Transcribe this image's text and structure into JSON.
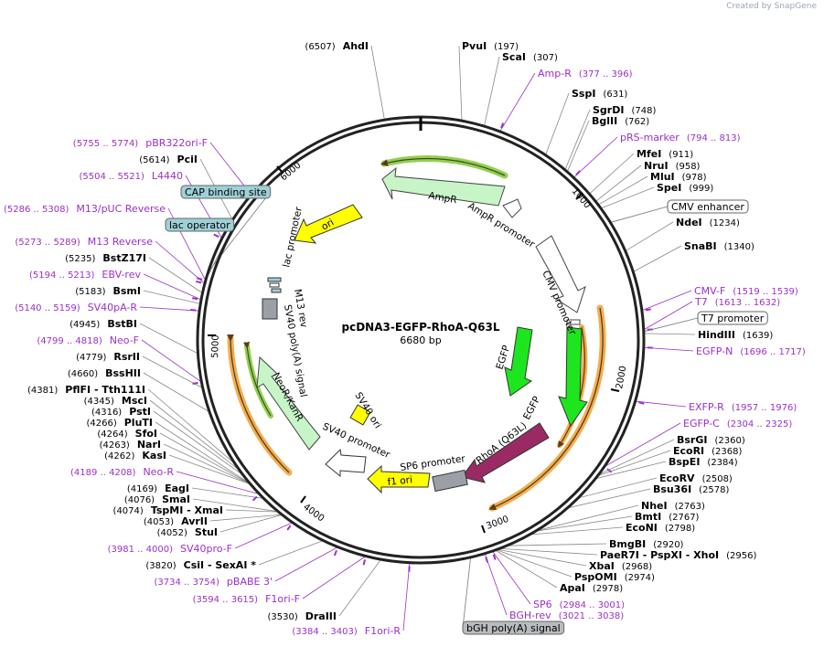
{
  "credit": "Created by SnapGene",
  "plasmid": {
    "name": "pcDNA3-EGFP-RhoA-Q63L",
    "size": "6680 bp",
    "length": 6680
  },
  "ticks": [
    "1000",
    "2000",
    "3000",
    "4000",
    "5000",
    "6000"
  ],
  "labels": [
    {
      "pos": "(6507)",
      "name": "AhdI",
      "kind": "enzyme",
      "bp": 6507
    },
    {
      "pos": "(197)",
      "name": "PvuI",
      "kind": "enzyme",
      "bp": 197
    },
    {
      "pos": "(307)",
      "name": "ScaI",
      "kind": "enzyme",
      "bp": 307
    },
    {
      "pos": "(377 .. 396)",
      "name": "Amp-R",
      "kind": "primer",
      "bp": 386
    },
    {
      "pos": "(631)",
      "name": "SspI",
      "kind": "enzyme",
      "bp": 631
    },
    {
      "pos": "(748)",
      "name": "SgrDI",
      "kind": "enzyme",
      "bp": 748
    },
    {
      "pos": "(762)",
      "name": "BglII",
      "kind": "enzyme",
      "bp": 762
    },
    {
      "pos": "(794 .. 813)",
      "name": "pRS-marker",
      "kind": "primer",
      "bp": 803
    },
    {
      "pos": "(911)",
      "name": "MfeI",
      "kind": "enzyme",
      "bp": 911
    },
    {
      "pos": "(958)",
      "name": "NruI",
      "kind": "enzyme",
      "bp": 958
    },
    {
      "pos": "(978)",
      "name": "MluI",
      "kind": "enzyme",
      "bp": 978
    },
    {
      "pos": "(999)",
      "name": "SpeI",
      "kind": "enzyme",
      "bp": 999
    },
    {
      "pos": "",
      "name": "CMV enhancer",
      "kind": "feature-box",
      "bp": 1080
    },
    {
      "pos": "(1234)",
      "name": "NdeI",
      "kind": "enzyme",
      "bp": 1234
    },
    {
      "pos": "(1340)",
      "name": "SnaBI",
      "kind": "enzyme",
      "bp": 1340
    },
    {
      "pos": "(1519 .. 1539)",
      "name": "CMV-F",
      "kind": "primer",
      "bp": 1529
    },
    {
      "pos": "(1613 .. 1632)",
      "name": "T7",
      "kind": "primer",
      "bp": 1622
    },
    {
      "pos": "",
      "name": "T7 promoter",
      "kind": "feature-box",
      "bp": 1630
    },
    {
      "pos": "(1639)",
      "name": "HindIII",
      "kind": "enzyme",
      "bp": 1639
    },
    {
      "pos": "(1696 .. 1717)",
      "name": "EGFP-N",
      "kind": "primer",
      "bp": 1706
    },
    {
      "pos": "(1957 .. 1976)",
      "name": "EXFP-R",
      "kind": "primer",
      "bp": 1966
    },
    {
      "pos": "(2304 .. 2325)",
      "name": "EGFP-C",
      "kind": "primer",
      "bp": 2314
    },
    {
      "pos": "(2360)",
      "name": "BsrGI",
      "kind": "enzyme",
      "bp": 2360
    },
    {
      "pos": "(2368)",
      "name": "EcoRI",
      "kind": "enzyme",
      "bp": 2368
    },
    {
      "pos": "(2384)",
      "name": "BspEI",
      "kind": "enzyme",
      "bp": 2384
    },
    {
      "pos": "(2508)",
      "name": "EcoRV",
      "kind": "enzyme",
      "bp": 2508
    },
    {
      "pos": "(2578)",
      "name": "Bsu36I",
      "kind": "enzyme",
      "bp": 2578
    },
    {
      "pos": "(2763)",
      "name": "NheI",
      "kind": "enzyme",
      "bp": 2763
    },
    {
      "pos": "(2767)",
      "name": "BmtI",
      "kind": "enzyme",
      "bp": 2767
    },
    {
      "pos": "(2798)",
      "name": "EcoNI",
      "kind": "enzyme",
      "bp": 2798
    },
    {
      "pos": "(2920)",
      "name": "BmgBI",
      "kind": "enzyme",
      "bp": 2920
    },
    {
      "pos": "(2956)",
      "name": "PaeR7I  -  PspXI  -  XhoI",
      "kind": "enzyme",
      "bp": 2956
    },
    {
      "pos": "(2968)",
      "name": "XbaI",
      "kind": "enzyme",
      "bp": 2968
    },
    {
      "pos": "(2974)",
      "name": "PspOMI",
      "kind": "enzyme",
      "bp": 2974
    },
    {
      "pos": "(2978)",
      "name": "ApaI",
      "kind": "enzyme",
      "bp": 2978
    },
    {
      "pos": "(2984 .. 3001)",
      "name": "SP6",
      "kind": "primer",
      "bp": 2992
    },
    {
      "pos": "(3021 .. 3038)",
      "name": "BGH-rev",
      "kind": "primer",
      "bp": 3030
    },
    {
      "pos": "",
      "name": "bGH poly(A) signal",
      "kind": "feature-box-gray",
      "bp": 3100
    },
    {
      "pos": "(3384 .. 3403)",
      "name": "F1ori-R",
      "kind": "primer",
      "bp": 3393
    },
    {
      "pos": "(3530)",
      "name": "DraIII",
      "kind": "enzyme",
      "bp": 3530
    },
    {
      "pos": "(3594 .. 3615)",
      "name": "F1ori-F",
      "kind": "primer",
      "bp": 3604
    },
    {
      "pos": "(3734 .. 3754)",
      "name": "pBABE 3'",
      "kind": "primer",
      "bp": 3744
    },
    {
      "pos": "(3820)",
      "name": "CsiI  -  SexAI *",
      "kind": "enzyme",
      "bp": 3820
    },
    {
      "pos": "(3981 .. 4000)",
      "name": "SV40pro-F",
      "kind": "primer",
      "bp": 3990
    },
    {
      "pos": "(4052)",
      "name": "StuI",
      "kind": "enzyme",
      "bp": 4052
    },
    {
      "pos": "(4053)",
      "name": "AvrII",
      "kind": "enzyme",
      "bp": 4053
    },
    {
      "pos": "(4074)",
      "name": "TspMI  -  XmaI",
      "kind": "enzyme",
      "bp": 4074
    },
    {
      "pos": "(4076)",
      "name": "SmaI",
      "kind": "enzyme",
      "bp": 4076
    },
    {
      "pos": "(4169)",
      "name": "EagI",
      "kind": "enzyme",
      "bp": 4169
    },
    {
      "pos": "(4189 .. 4208)",
      "name": "Neo-R",
      "kind": "primer",
      "bp": 4198
    },
    {
      "pos": "(4262)",
      "name": "KasI",
      "kind": "enzyme",
      "bp": 4262
    },
    {
      "pos": "(4263)",
      "name": "NarI",
      "kind": "enzyme",
      "bp": 4263
    },
    {
      "pos": "(4264)",
      "name": "SfoI",
      "kind": "enzyme",
      "bp": 4264
    },
    {
      "pos": "(4266)",
      "name": "PluTI",
      "kind": "enzyme",
      "bp": 4266
    },
    {
      "pos": "(4316)",
      "name": "PstI",
      "kind": "enzyme",
      "bp": 4316
    },
    {
      "pos": "(4345)",
      "name": "MscI",
      "kind": "enzyme",
      "bp": 4345
    },
    {
      "pos": "(4381)",
      "name": "PflFI  -  Tth111I",
      "kind": "enzyme",
      "bp": 4381
    },
    {
      "pos": "(4660)",
      "name": "BssHII",
      "kind": "enzyme",
      "bp": 4660
    },
    {
      "pos": "(4779)",
      "name": "RsrII",
      "kind": "enzyme",
      "bp": 4779
    },
    {
      "pos": "(4799 .. 4818)",
      "name": "Neo-F",
      "kind": "primer",
      "bp": 4808
    },
    {
      "pos": "(4945)",
      "name": "BstBI",
      "kind": "enzyme",
      "bp": 4945
    },
    {
      "pos": "(5140 .. 5159)",
      "name": "SV40pA-R",
      "kind": "primer",
      "bp": 5149
    },
    {
      "pos": "(5183)",
      "name": "BsmI",
      "kind": "enzyme",
      "bp": 5183
    },
    {
      "pos": "(5194 .. 5213)",
      "name": "EBV-rev",
      "kind": "primer",
      "bp": 5203
    },
    {
      "pos": "(5235)",
      "name": "BstZ17I",
      "kind": "enzyme",
      "bp": 5235
    },
    {
      "pos": "(5273 .. 5289)",
      "name": "M13 Reverse",
      "kind": "primer",
      "bp": 5281
    },
    {
      "pos": "",
      "name": "lac operator",
      "kind": "feature-box-teal",
      "bp": 5300
    },
    {
      "pos": "(5286 .. 5308)",
      "name": "M13/pUC Reverse",
      "kind": "primer",
      "bp": 5297
    },
    {
      "pos": "",
      "name": "CAP binding site",
      "kind": "feature-box-teal",
      "bp": 5340
    },
    {
      "pos": "(5504 .. 5521)",
      "name": "L4440",
      "kind": "primer",
      "bp": 5512
    },
    {
      "pos": "(5614)",
      "name": "PciI",
      "kind": "enzyme",
      "bp": 5614
    },
    {
      "pos": "(5755 .. 5774)",
      "name": "pBR322ori-F",
      "kind": "primer",
      "bp": 5764
    }
  ],
  "features": [
    "AmpR",
    "AmpR promoter",
    "CMV promoter",
    "EGFP",
    "RhoA (Q63L)",
    "SP6 promoter",
    "f1 ori",
    "SV40 promoter",
    "SV40 ori",
    "NeoR/KanR",
    "SV40 poly(A) signal",
    "M13 rev",
    "lac promoter",
    "ori"
  ],
  "colors": {
    "purple": "#9b30c8",
    "ampr": "#c8f5c8",
    "cmv": "#ffffff",
    "egfp": "#1ee61e",
    "rhoa": "#9a2a64",
    "f1ori": "#ffff00",
    "orf_orange": "#f0a030",
    "gray": "#9aa0a6",
    "teal": "#9fd0d8"
  }
}
